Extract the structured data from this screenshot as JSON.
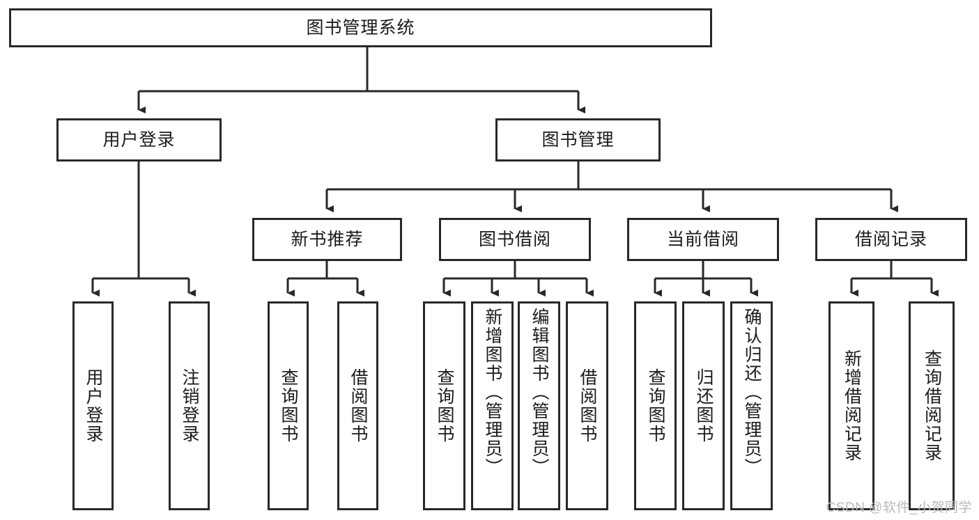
{
  "diagram": {
    "type": "tree-hierarchy",
    "title_node": "图书管理系统",
    "orientation": "top-down",
    "colors": {
      "box_border": "#26292b",
      "box_fill": "#ffffff",
      "connector": "#26292b",
      "text": "#1a1a1a",
      "watermark": "#b9b9b9",
      "background": "#ffffff"
    },
    "root": {
      "label": "图书管理系统"
    },
    "level2": [
      {
        "label": "用户登录"
      },
      {
        "label": "图书管理"
      }
    ],
    "level3": [
      {
        "label": "新书推荐"
      },
      {
        "label": "图书借阅"
      },
      {
        "label": "当前借阅"
      },
      {
        "label": "借阅记录"
      }
    ],
    "leaves": {
      "user_login": [
        {
          "label": "用户登录"
        },
        {
          "label": "注销登录"
        }
      ],
      "new_book_recommend": [
        {
          "label": "查询图书"
        },
        {
          "label": "借阅图书"
        }
      ],
      "book_borrow": [
        {
          "label": "查询图书"
        },
        {
          "label": "新增图书（管理员）"
        },
        {
          "label": "编辑图书（管理员）"
        },
        {
          "label": "借阅图书"
        }
      ],
      "current_borrow": [
        {
          "label": "查询图书"
        },
        {
          "label": "归还图书"
        },
        {
          "label": "确认归还（管理员）"
        }
      ],
      "borrow_record": [
        {
          "label": "新增借阅记录"
        },
        {
          "label": "查询借阅记录"
        }
      ]
    }
  },
  "watermark": {
    "text": "CSDN @软件_小贺同学"
  }
}
